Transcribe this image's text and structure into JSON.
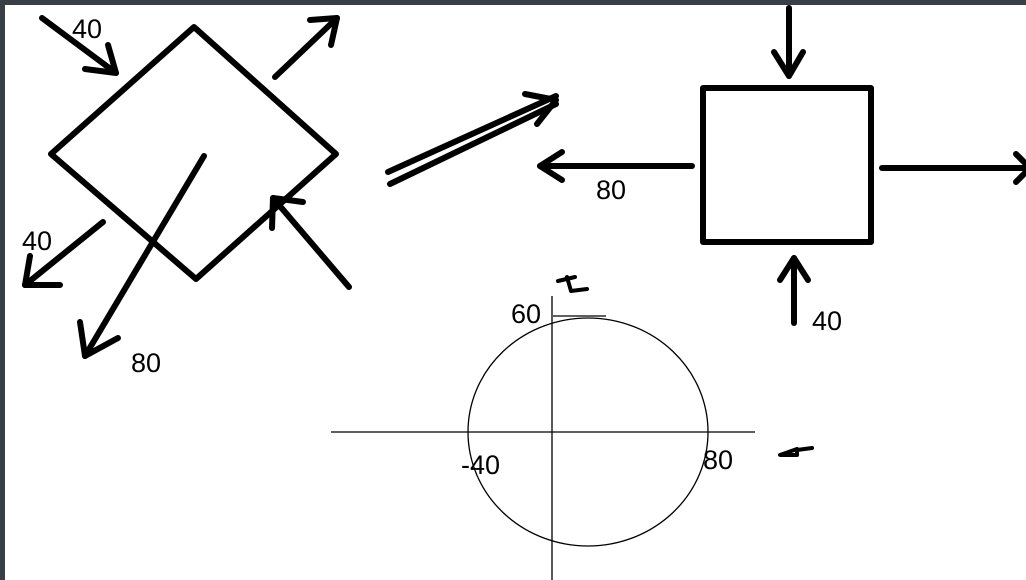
{
  "colors": {
    "frame": "#3a3f45",
    "paper": "#ffffff",
    "ink": "#000000"
  },
  "element_a": {
    "label_top_left": "40",
    "label_left": "40",
    "label_bottom": "80"
  },
  "element_b": {
    "label_left": "80",
    "label_bottom": "40"
  },
  "mohr_circle": {
    "label_tau_max": "60",
    "label_sigma_min": "-40",
    "label_sigma_max": "80",
    "axis_symbol_horizontal": "σ",
    "axis_symbol_vertical": "τ"
  }
}
